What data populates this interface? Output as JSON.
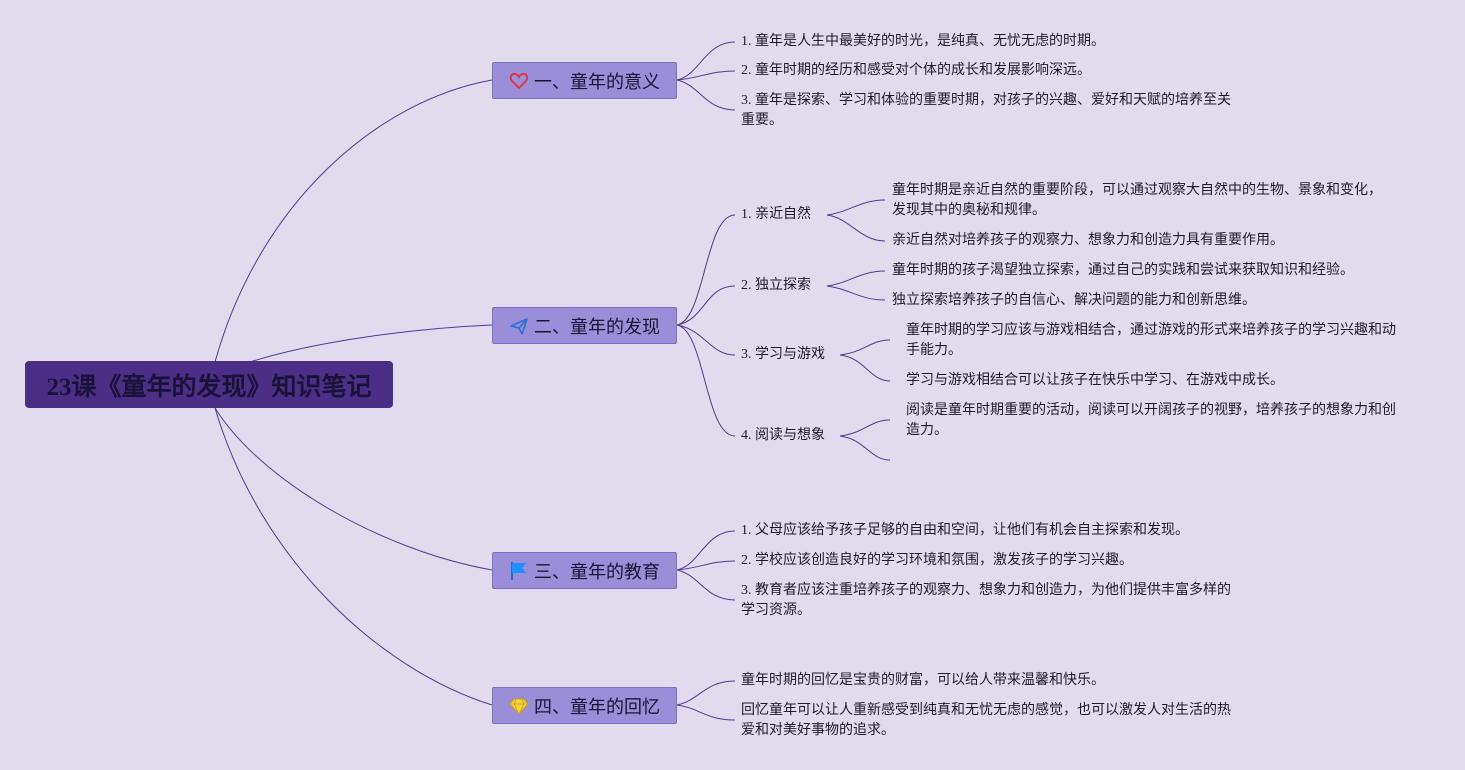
{
  "root": {
    "title": "23课《童年的发现》知识笔记"
  },
  "branches": [
    {
      "label": "一、童年的意义",
      "icon": "heart-icon",
      "items": [
        "1. 童年是人生中最美好的时光，是纯真、无忧无虑的时期。",
        "2. 童年时期的经历和感受对个体的成长和发展影响深远。",
        "3. 童年是探索、学习和体验的重要时期，对孩子的兴趣、爱好和天赋的培养至关重要。"
      ]
    },
    {
      "label": "二、童年的发现",
      "icon": "paper-plane-icon",
      "subs": [
        {
          "label": "1. 亲近自然",
          "items": [
            "童年时期是亲近自然的重要阶段，可以通过观察大自然中的生物、景象和变化，发现其中的奥秘和规律。",
            "亲近自然对培养孩子的观察力、想象力和创造力具有重要作用。"
          ]
        },
        {
          "label": "2. 独立探索",
          "items": [
            "童年时期的孩子渴望独立探索，通过自己的实践和尝试来获取知识和经验。",
            "独立探索培养孩子的自信心、解决问题的能力和创新思维。"
          ]
        },
        {
          "label": "3. 学习与游戏",
          "items": [
            "童年时期的学习应该与游戏相结合，通过游戏的形式来培养孩子的学习兴趣和动手能力。",
            "学习与游戏相结合可以让孩子在快乐中学习、在游戏中成长。"
          ]
        },
        {
          "label": "4. 阅读与想象",
          "items": [
            "阅读是童年时期重要的活动，阅读可以开阔孩子的视野，培养孩子的想象力和创造力。",
            ""
          ]
        }
      ]
    },
    {
      "label": "三、童年的教育",
      "icon": "flag-icon",
      "items": [
        "1. 父母应该给予孩子足够的自由和空间，让他们有机会自主探索和发现。",
        "2. 学校应该创造良好的学习环境和氛围，激发孩子的学习兴趣。",
        "3. 教育者应该注重培养孩子的观察力、想象力和创造力，为他们提供丰富多样的学习资源。"
      ]
    },
    {
      "label": "四、童年的回忆",
      "icon": "diamond-icon",
      "items": [
        "童年时期的回忆是宝贵的财富，可以给人带来温馨和快乐。",
        "回忆童年可以让人重新感受到纯真和无忧无虑的感觉，也可以激发人对生活的热爱和对美好事物的追求。"
      ]
    }
  ],
  "colors": {
    "background": "#e2dbee",
    "root_fill": "#4b2f86",
    "branch_fill": "#9a8ed8",
    "line": "#4b3b93"
  }
}
